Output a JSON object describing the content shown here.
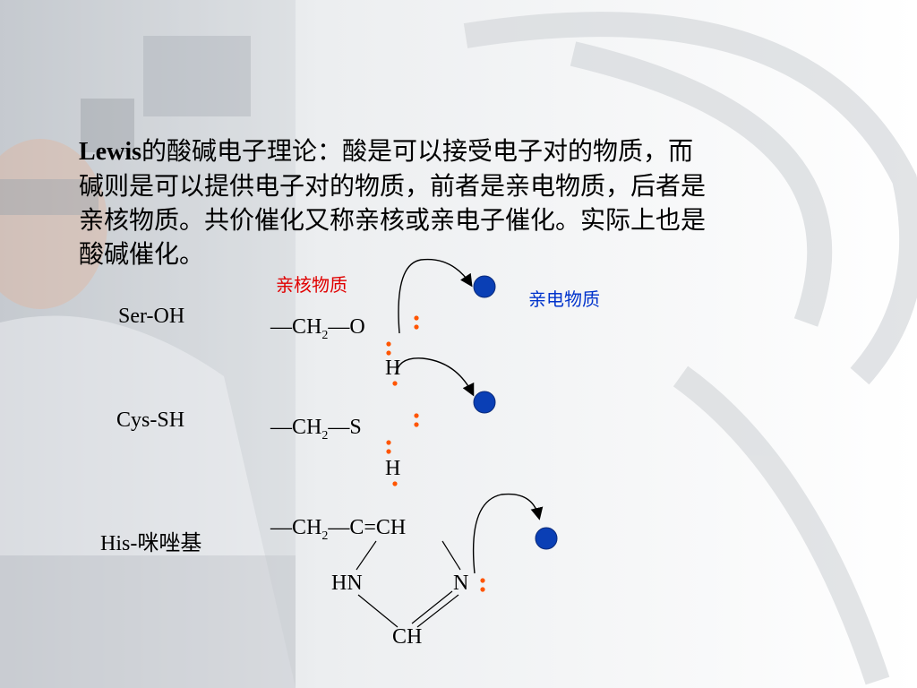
{
  "paragraph": {
    "lead": "Lewis",
    "line1": "的酸碱电子理论：酸是可以接受电子对的物质，而",
    "line2": "碱则是可以提供电子对的物质，前者是亲电物质，后者是",
    "line3": "亲核物质。共价催化又称亲核或亲电子催化。实际上也是",
    "line4": "酸碱催化。"
  },
  "labels": {
    "nucleophile": "亲核物质",
    "electrophile": "亲电物质"
  },
  "residues": {
    "ser": "Ser-OH",
    "cys": "Cys-SH",
    "his": "His-咪唑基"
  },
  "ser_group": {
    "chain": "—CH",
    "sub": "2",
    "link": "—O",
    "h": "H"
  },
  "cys_group": {
    "chain": "—CH",
    "sub": "2",
    "link": "—S",
    "h": "H"
  },
  "his_group": {
    "chain": "—CH",
    "sub": "2",
    "link": "—C=CH",
    "hn": "HN",
    "n": "N",
    "ch": "CH"
  },
  "colors": {
    "nucleophile_label": "#e00000",
    "electrophile_label": "#0033cc",
    "lone_pair": "#ff5500",
    "electrophile_dot": "#0a3fb5"
  }
}
